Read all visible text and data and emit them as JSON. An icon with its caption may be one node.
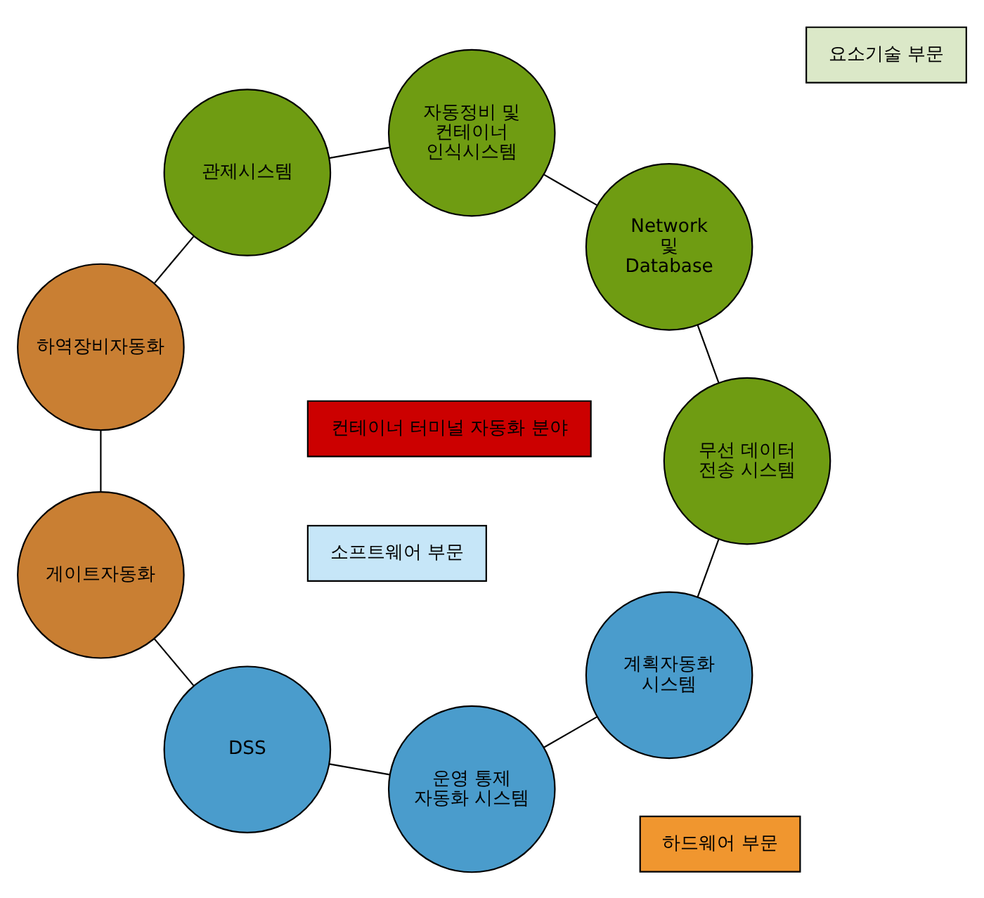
{
  "diagram": {
    "nodes": [
      {
        "text": [
          "계획자동화 시스템"
        ]
      },
      {
        "text": [
          "운영 통제 자동화 시스템"
        ]
      },
      {
        "text": [
          "무선 데이터 전송 시스템"
        ]
      },
      {
        "text": [
          "소프트웨어 부문"
        ]
      },
      {
        "text": [
          "DSS"
        ]
      },
      {
        "text": [
          "컨테이너 터미널 자동화 분야"
        ]
      },
      {
        "text": [
          "Network 및 Database"
        ]
      },
      {
        "text": [
          "게이트자동화"
        ]
      },
      {
        "text": [
          "요소기술 부문"
        ]
      },
      {
        "text": [
          "하드웨어 부문"
        ]
      },
      {
        "text": [
          "자동정비 및 컨테이너 인식시스템"
        ]
      },
      {
        "text": [
          "하역장비자동화"
        ]
      },
      {
        "text": [
          "관제시스템"
        ]
      }
    ],
    "edges": [
      {
        "from": 0,
        "to": 1,
        "arrow": "none"
      },
      {
        "from": 1,
        "to": 4,
        "arrow": "none"
      },
      {
        "from": 4,
        "to": 7,
        "arrow": "none"
      },
      {
        "from": 7,
        "to": 11,
        "arrow": "none"
      },
      {
        "from": 11,
        "to": 12,
        "arrow": "none"
      },
      {
        "from": 12,
        "to": 10,
        "arrow": "none"
      },
      {
        "from": 10,
        "to": 6,
        "arrow": "none"
      },
      {
        "from": 6,
        "to": 2,
        "arrow": "none"
      },
      {
        "from": 2,
        "to": 0,
        "arrow": "none"
      }
    ]
  }
}
